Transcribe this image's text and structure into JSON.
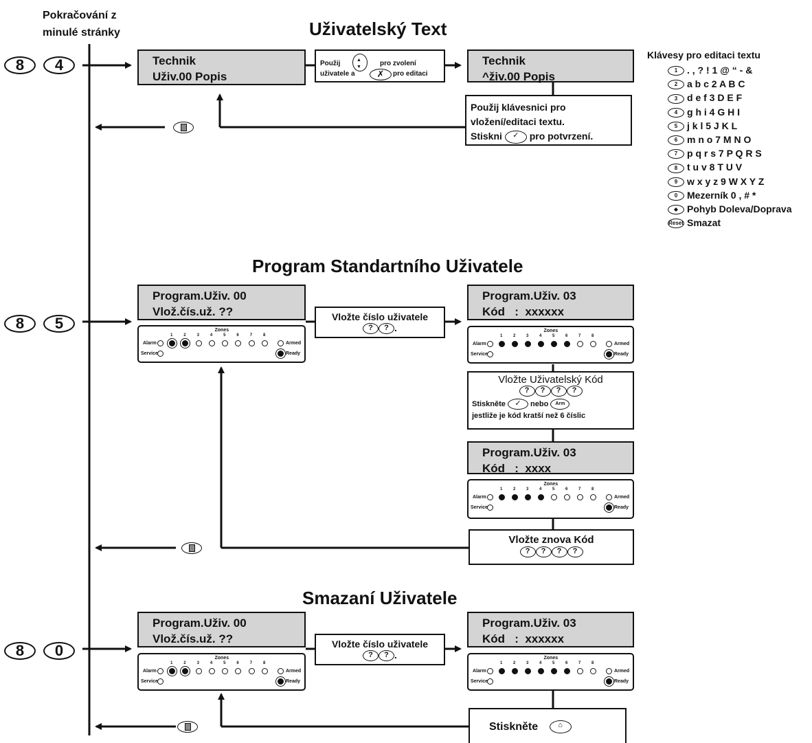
{
  "continued": "Pokračování z\nminulé stránky",
  "sections": {
    "user_text": {
      "title": "Uživatelský Text",
      "keys": [
        "8",
        "4"
      ],
      "lcd1": "Technik\nUživ.00 Popis",
      "instr": {
        "line1a": "Použij",
        "line1b": "pro zvolení",
        "line2a": "uživatele a",
        "line2b": "pro editaci"
      },
      "lcd2": "Technik\n^živ.00 Popis",
      "edit_box": {
        "line1": "Použij klávesnici pro",
        "line2": "vložení/editaci textu.",
        "line3a": "Stiskni",
        "line3b": "pro potvrzení."
      }
    },
    "standard_user": {
      "title": "Program Standartního Uživatele",
      "keys": [
        "8",
        "5"
      ],
      "lcd1": "Program.Uživ. 00\nVlož.čís.už. ??",
      "enter_num": "Vložte číslo uživatele",
      "lcd2": "Program.Uživ. 03\nKód   :  xxxxxx",
      "enter_code": {
        "title": "Vložte Uživatelský Kód",
        "line2a": "Stiskněte",
        "line2b": "nebo",
        "line3": "jestliže je kód kratší než 6 číslic"
      },
      "lcd3": "Program.Uživ. 03\nKód   :  xxxx",
      "reenter": "Vložte znova Kód"
    },
    "delete_user": {
      "title": "Smazaní Uživatele",
      "keys": [
        "8",
        "0"
      ],
      "lcd1": "Program.Uživ. 00\nVlož.čís.už. ??",
      "enter_num": "Vložte číslo uživatele",
      "lcd2": "Program.Uživ. 03\nKód   :  xxxxxx",
      "press": "Stiskněte"
    }
  },
  "keypad_labels": {
    "alarm": "Alarm",
    "service": "Service",
    "armed": "Armed",
    "ready": "Ready",
    "zones": "Zones",
    "zone_numbers": [
      "1",
      "2",
      "3",
      "4",
      "5",
      "6",
      "7",
      "8"
    ]
  },
  "legend": {
    "title": "Klávesy pro editaci textu",
    "items": [
      {
        "key": "1",
        "text": ". , ? ! 1 @ “ - &"
      },
      {
        "key": "2",
        "text": "a b c 2 A B C"
      },
      {
        "key": "3",
        "text": "d e f 3 D E F"
      },
      {
        "key": "4",
        "text": "g h i 4 G H I"
      },
      {
        "key": "5",
        "text": "j k l 5 J K L"
      },
      {
        "key": "6",
        "text": "m n o 7 M N O"
      },
      {
        "key": "7",
        "text": "p q r s 7 P Q R S"
      },
      {
        "key": "8",
        "text": "t u v 8 T U V"
      },
      {
        "key": "9",
        "text": "w x y z 9 W X Y Z"
      },
      {
        "key": "0",
        "text": "Mezerník 0 , # *"
      },
      {
        "key": "◆",
        "text": "Pohyb Doleva/Doprava"
      },
      {
        "key": "Reset",
        "text": "Smazat"
      }
    ]
  }
}
